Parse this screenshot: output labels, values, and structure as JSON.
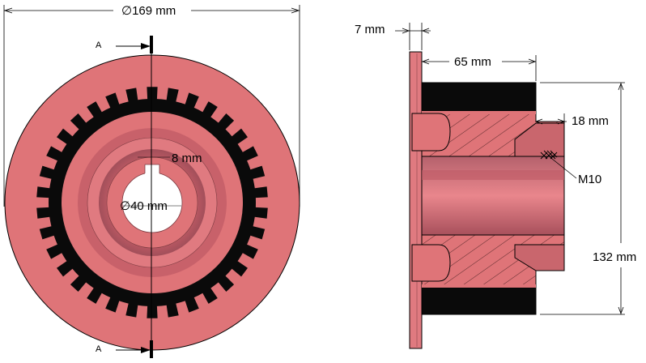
{
  "dimensions": {
    "outer_diameter": "∅169 mm",
    "keyway_width": "8 mm",
    "bore_diameter": "∅40 mm",
    "flange_thickness": "7 mm",
    "hub_length": "65 mm",
    "recess_depth": "18 mm",
    "thread": "M10",
    "height": "132 mm"
  },
  "section_marks": {
    "top": "A",
    "bottom": "A"
  },
  "views": [
    "front-view",
    "section-view"
  ],
  "colors": {
    "body": "#df7478",
    "body_dark": "#c65a60",
    "rubber": "#0a0a0a",
    "bore": "#b85a66",
    "outline": "#000000"
  }
}
